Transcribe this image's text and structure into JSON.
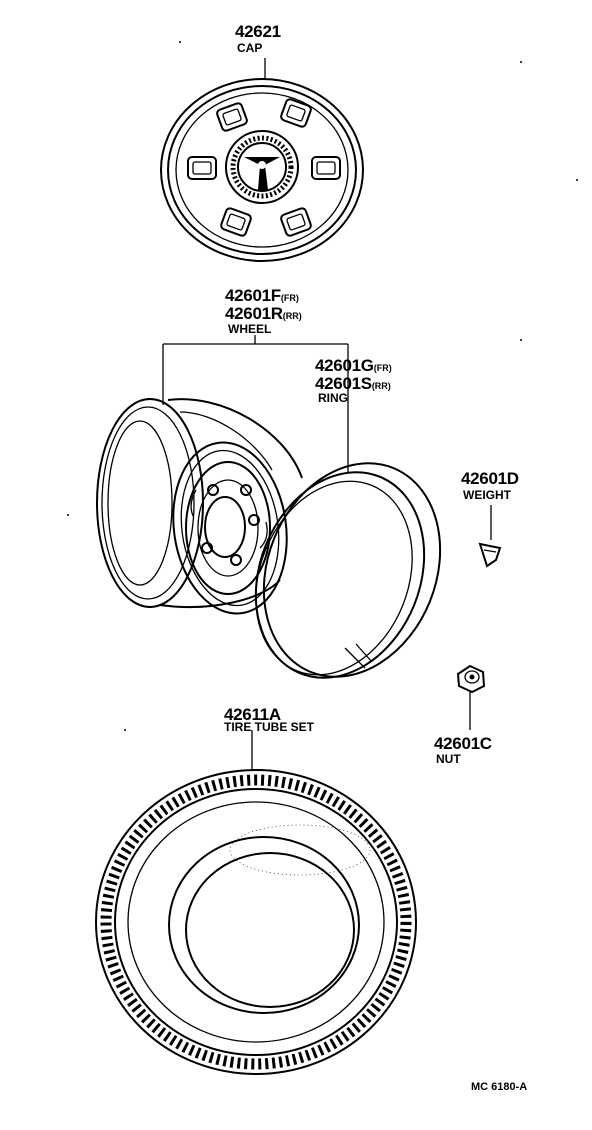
{
  "parts": {
    "cap": {
      "number": "42621",
      "name": "CAP"
    },
    "wheel": {
      "number_front": "42601F",
      "suffix_front": "(FR)",
      "number_rear": "42601R",
      "suffix_rear": "(RR)",
      "name": "WHEEL"
    },
    "ring": {
      "number_front": "42601G",
      "suffix_front": "(FR)",
      "number_rear": "42601S",
      "suffix_rear": "(RR)",
      "name": "RING"
    },
    "weight": {
      "number": "42601D",
      "name": "WEIGHT"
    },
    "nut": {
      "number": "42601C",
      "name": "NUT"
    },
    "tire": {
      "number": "42611A",
      "name": "TIRE TUBE SET"
    }
  },
  "diagram_code": "MC 6180-A",
  "colors": {
    "ink": "#000000",
    "paper": "#ffffff"
  }
}
